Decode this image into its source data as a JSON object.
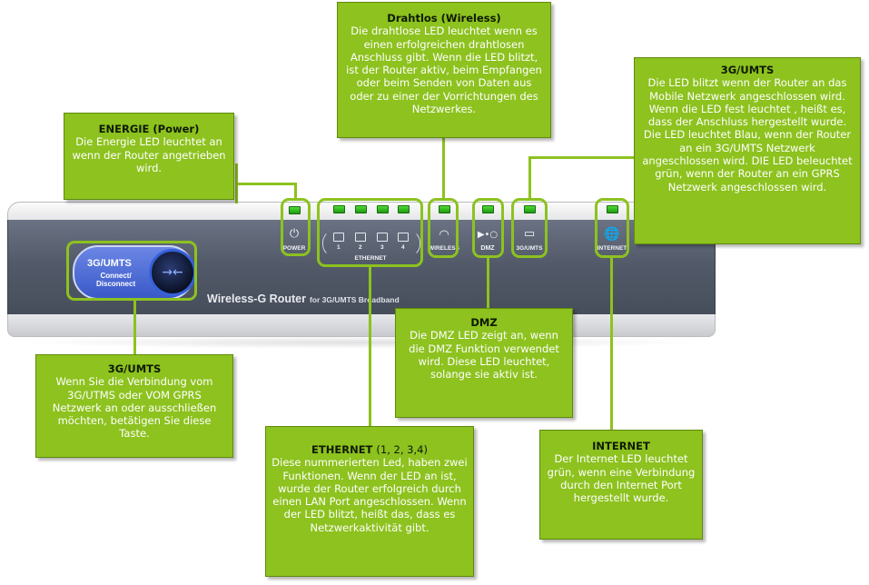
{
  "router": {
    "model": "Wireless-G Router",
    "model_sub": "for 3G/UMTS Broadband",
    "button_title": "3G/UMTS",
    "button_sub": "Connect/\nDisconnect",
    "labels": {
      "power": "POWER",
      "ethernet": "ETHERNET",
      "wireless": "WIRELESS",
      "dmz": "DMZ",
      "umts": "3G/UMTS",
      "internet": "INTERNET"
    },
    "ports": [
      "1",
      "2",
      "3",
      "4"
    ],
    "led_color": "#3ecb2a"
  },
  "callouts": {
    "power": {
      "title": "ENERGIE (Power)",
      "text": "Die Energie LED leuchtet an wenn der Router angetrieben wird."
    },
    "wireless": {
      "title": "Drahtlos (Wireless)",
      "text": "Die drahtlose LED leuchtet wenn es einen erfolgreichen drahtlosen Anschluss gibt. Wenn die LED blitzt, ist der Router aktiv, beim Empfangen oder beim Senden von Daten aus oder zu einer der Vorrichtungen des Netzwerkes."
    },
    "umts_led": {
      "title": "3G/UMTS",
      "text": "Die LED blitzt wenn der Router an das Mobile Netzwerk angeschlossen wird. Wenn die LED fest leuchtet , heißt es, dass der Anschluss hergestellt wurde. Die LED leuchtet Blau, wenn der Router an ein 3G/UMTS Netzwerk angeschlossen wird. DIE LED beleuchtet grün, wenn der Router an ein GPRS Netzwerk angeschlossen wird."
    },
    "umts_button": {
      "title": "3G/UMTS",
      "text": "Wenn Sie die Verbindung vom 3G/UTMS oder VOM GPRS Netzwerk an oder ausschließen möchten, betätigen Sie diese Taste."
    },
    "dmz": {
      "title": "DMZ",
      "text": "Die DMZ LED zeigt an, wenn die DMZ Funktion verwendet wird. Diese LED leuchtet, solange sie aktiv ist."
    },
    "ethernet": {
      "title": "ETHERNET",
      "title_range": "(1, 2, 3,4)",
      "text": "Diese nummerierten Led, haben zwei Funktionen. Wenn der LED an ist, wurde der Router erfolgreich durch einen LAN Port angeschlossen. Wenn der LED blitzt, heißt das, dass es Netzwerkaktivität gibt."
    },
    "internet": {
      "title": "INTERNET",
      "text": "Der Internet LED leuchtet grün, wenn eine Verbindung durch den Internet Port hergestellt wurde."
    }
  },
  "colors": {
    "callout_bg": "#8dc21f",
    "callout_text": "#ffffff",
    "callout_title": "#0e1a02",
    "router_face": "#525a69"
  }
}
